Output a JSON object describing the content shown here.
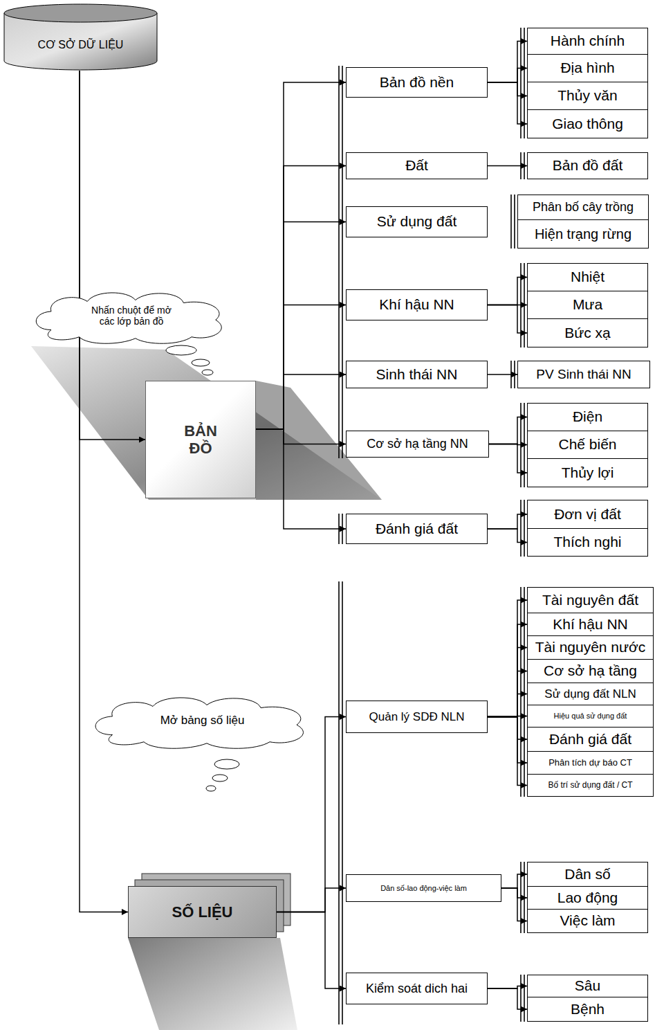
{
  "diagram": {
    "nodes": [
      {
        "text": [
          "CƠ SỞ DỮ LIỆU"
        ]
      },
      {
        "text": [
          "Nhấn chuột để mở các lớp bản đồ"
        ]
      },
      {
        "text": [
          "BẢN ĐỒ"
        ]
      },
      {
        "text": [
          "Bản đồ nền"
        ]
      },
      {
        "text": [
          "Hành chính"
        ]
      },
      {
        "text": [
          "Địa hình"
        ]
      },
      {
        "text": [
          "Thủy văn"
        ]
      },
      {
        "text": [
          "Giao thông"
        ]
      },
      {
        "text": [
          "Đất"
        ]
      },
      {
        "text": [
          "Bản đồ đất"
        ]
      },
      {
        "text": [
          "Sử dụng đất"
        ]
      },
      {
        "text": [
          "Phân bố cây trồng"
        ]
      },
      {
        "text": [
          "Hiện trạng rừng"
        ]
      },
      {
        "text": [
          "Khí hậu NN"
        ]
      },
      {
        "text": [
          "Nhiệt"
        ]
      },
      {
        "text": [
          "Mưa"
        ]
      },
      {
        "text": [
          "Bức xạ"
        ]
      },
      {
        "text": [
          "Sinh thái NN"
        ]
      },
      {
        "text": [
          "PV Sinh thái NN"
        ]
      },
      {
        "text": [
          "Cơ sở hạ tầng NN"
        ]
      },
      {
        "text": [
          "Điện"
        ]
      },
      {
        "text": [
          "Chế biến"
        ]
      },
      {
        "text": [
          "Thủy lợi"
        ]
      },
      {
        "text": [
          "Đánh giá đất"
        ]
      },
      {
        "text": [
          "Đơn vị đất"
        ]
      },
      {
        "text": [
          "Thích nghi"
        ]
      },
      {
        "text": [
          "Mở bảng số liệu"
        ]
      },
      {
        "text": [
          "SỐ LIỆU"
        ]
      },
      {
        "text": [
          "Quản lý SDĐ NLN"
        ]
      },
      {
        "text": [
          "Tài nguyên đất"
        ]
      },
      {
        "text": [
          "Khí hậu NN"
        ]
      },
      {
        "text": [
          "Tài nguyên nước"
        ]
      },
      {
        "text": [
          "Cơ sở hạ tầng"
        ]
      },
      {
        "text": [
          "Sử dụng đất NLN"
        ]
      },
      {
        "text": [
          "Hiệu quả sử dụng đất"
        ]
      },
      {
        "text": [
          "Đánh giá đất"
        ]
      },
      {
        "text": [
          "Phân tích dự báo CT"
        ]
      },
      {
        "text": [
          "Bố trí sử dụng đất / CT"
        ]
      },
      {
        "text": [
          "Dân số-lao động-việc làm"
        ]
      },
      {
        "text": [
          "Dân số"
        ]
      },
      {
        "text": [
          "Lao động"
        ]
      },
      {
        "text": [
          "Việc làm"
        ]
      },
      {
        "text": [
          "Kiểm soát dich hai"
        ]
      },
      {
        "text": [
          "Sâu"
        ]
      },
      {
        "text": [
          "Bệnh"
        ]
      }
    ],
    "edges": [
      {
        "from": 0,
        "to": 2,
        "arrow": "to"
      },
      {
        "from": 0,
        "to": 27,
        "arrow": "to"
      },
      {
        "from": 2,
        "to": 3,
        "arrow": "to"
      },
      {
        "from": 2,
        "to": 8,
        "arrow": "to"
      },
      {
        "from": 2,
        "to": 10,
        "arrow": "to"
      },
      {
        "from": 2,
        "to": 13,
        "arrow": "to"
      },
      {
        "from": 2,
        "to": 17,
        "arrow": "to"
      },
      {
        "from": 2,
        "to": 19,
        "arrow": "to"
      },
      {
        "from": 2,
        "to": 23,
        "arrow": "to"
      },
      {
        "from": 3,
        "to": 4,
        "arrow": "to"
      },
      {
        "from": 3,
        "to": 5,
        "arrow": "to"
      },
      {
        "from": 3,
        "to": 6,
        "arrow": "to"
      },
      {
        "from": 3,
        "to": 7,
        "arrow": "to"
      },
      {
        "from": 8,
        "to": 9,
        "arrow": "to"
      },
      {
        "from": 13,
        "to": 14,
        "arrow": "to"
      },
      {
        "from": 13,
        "to": 15,
        "arrow": "to"
      },
      {
        "from": 13,
        "to": 16,
        "arrow": "to"
      },
      {
        "from": 17,
        "to": 18,
        "arrow": "to"
      },
      {
        "from": 19,
        "to": 20,
        "arrow": "to"
      },
      {
        "from": 19,
        "to": 21,
        "arrow": "to"
      },
      {
        "from": 19,
        "to": 22,
        "arrow": "to"
      },
      {
        "from": 23,
        "to": 24,
        "arrow": "to"
      },
      {
        "from": 23,
        "to": 25,
        "arrow": "to"
      },
      {
        "from": 27,
        "to": 28,
        "arrow": "to"
      },
      {
        "from": 27,
        "to": 38,
        "arrow": "to"
      },
      {
        "from": 27,
        "to": 42,
        "arrow": "to"
      },
      {
        "from": 28,
        "to": 29,
        "arrow": "to"
      },
      {
        "from": 28,
        "to": 30,
        "arrow": "to"
      },
      {
        "from": 28,
        "to": 31,
        "arrow": "to"
      },
      {
        "from": 28,
        "to": 32,
        "arrow": "to"
      },
      {
        "from": 28,
        "to": 33,
        "arrow": "to"
      },
      {
        "from": 28,
        "to": 34,
        "arrow": "to"
      },
      {
        "from": 28,
        "to": 35,
        "arrow": "to"
      },
      {
        "from": 28,
        "to": 36,
        "arrow": "to"
      },
      {
        "from": 28,
        "to": 37,
        "arrow": "to"
      },
      {
        "from": 38,
        "to": 39,
        "arrow": "to"
      },
      {
        "from": 38,
        "to": 40,
        "arrow": "to"
      },
      {
        "from": 38,
        "to": 41,
        "arrow": "to"
      },
      {
        "from": 42,
        "to": 43,
        "arrow": "to"
      },
      {
        "from": 42,
        "to": 44,
        "arrow": "to"
      }
    ]
  }
}
